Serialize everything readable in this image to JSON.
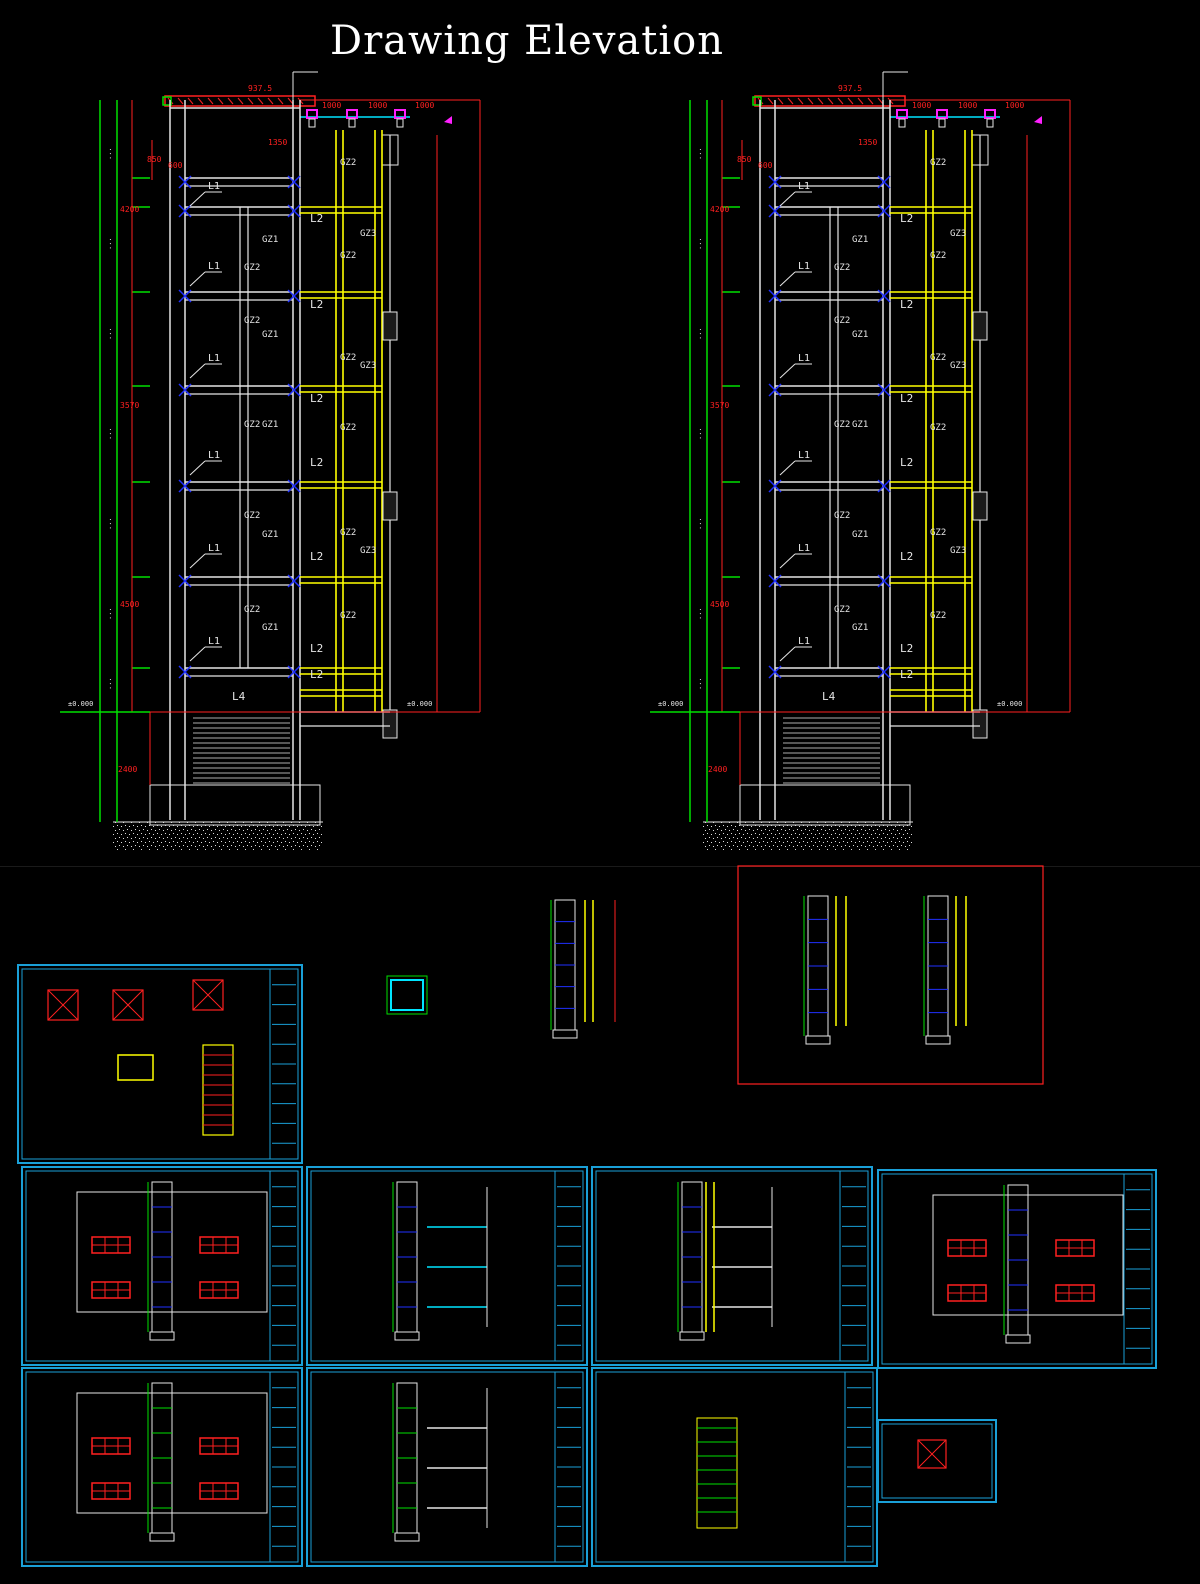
{
  "title": "Drawing Elevation",
  "colors": {
    "background": "#000000",
    "structure": "#e6e6e6",
    "dimension": "#ff2020",
    "grid": "#00e000",
    "steel": "#ffff00",
    "joint": "#2030ff",
    "bracket": "#ff20ff",
    "pipe": "#00e5ff",
    "sheet_border": "#1aa0d8"
  },
  "elevations": [
    {
      "dims": {
        "top": "937.5",
        "span1": "1000",
        "span2": "1000",
        "span3": "1000",
        "roof_drop": "1350",
        "eave": "850",
        "offset": "600",
        "upper": "4200",
        "mid": "3570",
        "lower": "4500",
        "pit": "2400",
        "base": "±0.000"
      },
      "member_labels": [
        "L1",
        "L2",
        "GZ1",
        "GZ2",
        "GZ3",
        "L4"
      ]
    },
    {
      "dims": {
        "top": "937.5",
        "span1": "1000",
        "span2": "1000",
        "span3": "1000",
        "roof_drop": "1350",
        "eave": "850",
        "offset": "600",
        "upper": "4200",
        "mid": "3570",
        "lower": "4500",
        "pit": "2400",
        "base": "±0.000"
      },
      "member_labels": [
        "L1",
        "L2",
        "GZ1",
        "GZ2",
        "GZ3",
        "L4"
      ]
    }
  ],
  "sheets": [
    {
      "kind": "details"
    },
    {
      "kind": "plan"
    },
    {
      "kind": "section"
    },
    {
      "kind": "frame-pair"
    },
    {
      "kind": "facade"
    },
    {
      "kind": "section-cyan"
    },
    {
      "kind": "section-yellow"
    },
    {
      "kind": "facade"
    },
    {
      "kind": "facade-green"
    },
    {
      "kind": "section-green"
    },
    {
      "kind": "tower"
    },
    {
      "kind": "small-plan"
    }
  ]
}
